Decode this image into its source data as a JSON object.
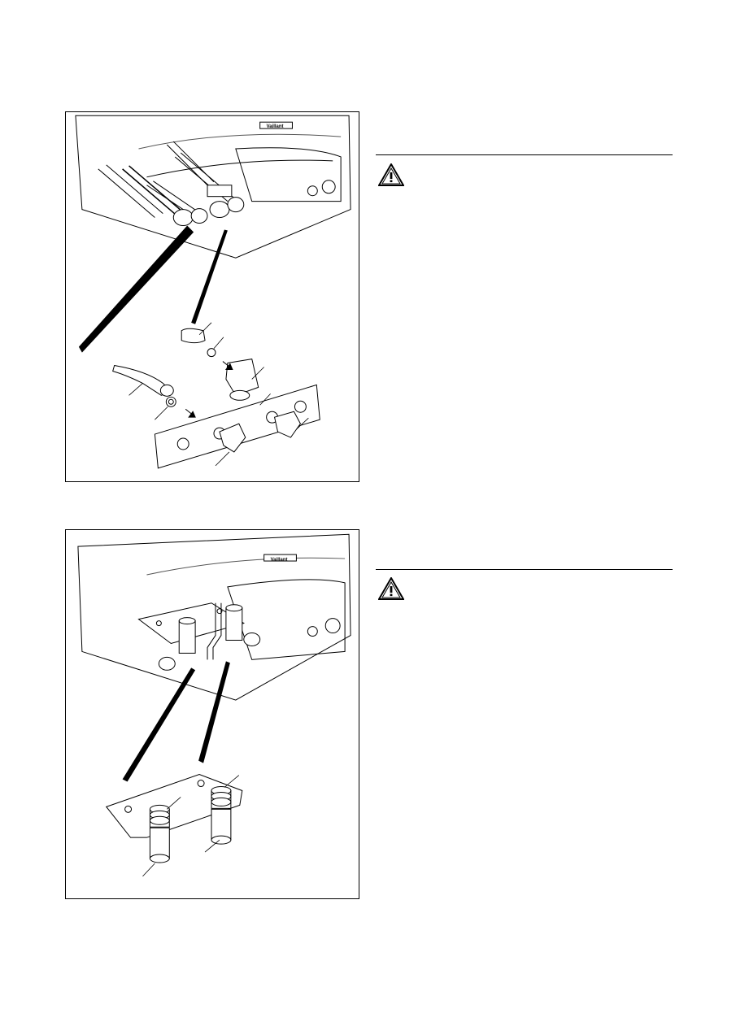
{
  "page": {
    "figures": [
      {
        "id": "fig1",
        "brand_logo_text": "Vaillant"
      },
      {
        "id": "fig2",
        "brand_logo_text": "Vaillant"
      }
    ],
    "warnings": [
      {
        "icon": "warning-triangle-icon"
      },
      {
        "icon": "warning-triangle-icon"
      }
    ]
  }
}
